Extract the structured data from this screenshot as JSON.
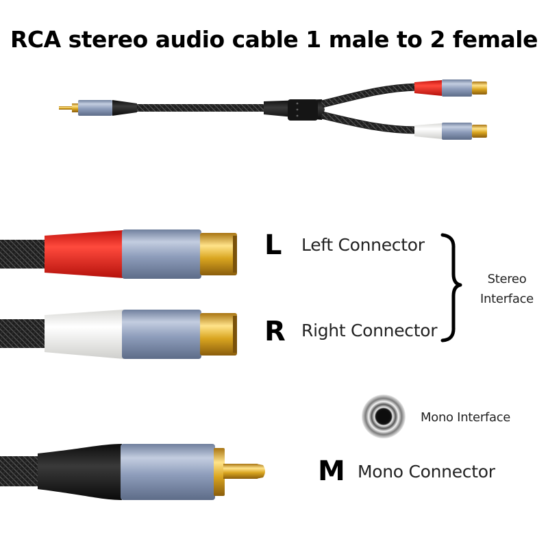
{
  "title": "RCA stereo audio cable 1 male to 2 female",
  "labels": {
    "left_letter": "L",
    "left_text": "Left Connector",
    "right_letter": "R",
    "right_text": "Right Connector",
    "stereo_line1": "Stereo",
    "stereo_line2": "Interface",
    "mono_interface": "Mono Interface",
    "mono_letter": "M",
    "mono_text": "Mono Connector"
  },
  "colors": {
    "red_sleeve": "#e8211e",
    "white_sleeve": "#f2f2f0",
    "metal_blue": "#8a9ab8",
    "gold": "#d9a520",
    "cable_black": "#1c1c1c"
  },
  "icons": [
    "y-splitter-cable",
    "female-rca-red",
    "female-rca-white",
    "male-rca-plug",
    "mono-jack-icon",
    "brace-icon"
  ]
}
